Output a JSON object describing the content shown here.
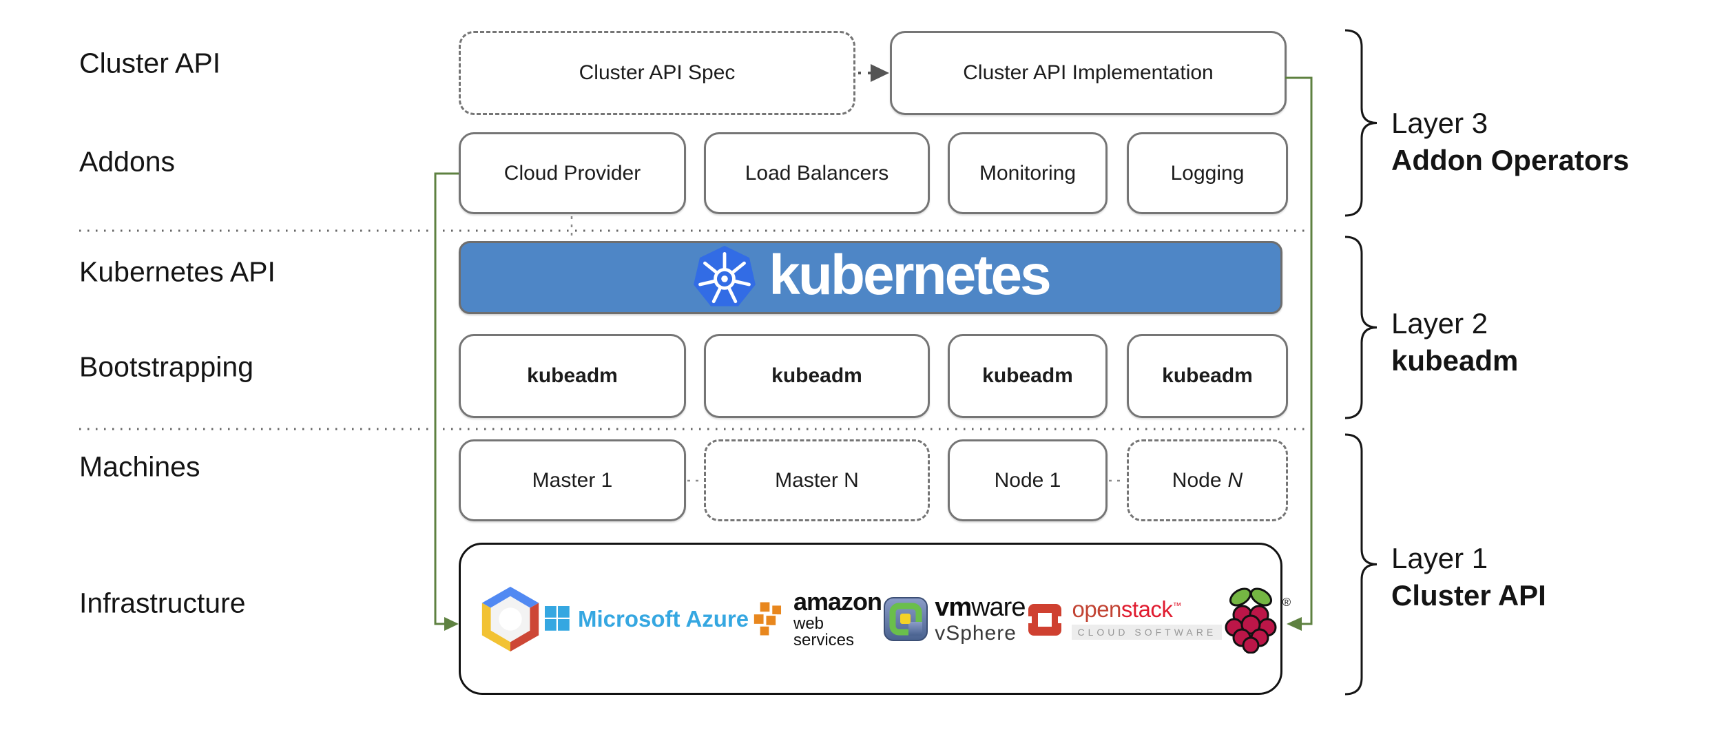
{
  "colors": {
    "accent_green": "#5e8140",
    "banner_blue": "#4e86c6",
    "k8s_logo_blue": "#326ce5",
    "border_gray": "#757575",
    "azure_blue": "#35a7e1",
    "aws_orange": "#e8871e",
    "gcp_blue": "#5189f2",
    "gcp_red": "#cd4736",
    "gcp_yellow": "#f2c233",
    "vmware_green": "#6abf4b",
    "vmware_yellow": "#f5d227",
    "openstack_dark": "#c24434",
    "openstack_bright": "#e01b2f",
    "openstack_icon_red": "#cf4030",
    "raspberry_red": "#bc1648",
    "leaf_green": "#75b743"
  },
  "row_labels": {
    "cluster_api": "Cluster API",
    "addons": "Addons",
    "kubernetes_api": "Kubernetes API",
    "bootstrapping": "Bootstrapping",
    "machines": "Machines",
    "infrastructure": "Infrastructure"
  },
  "cluster_api_row": {
    "spec": "Cluster API Spec",
    "implementation": "Cluster API Implementation"
  },
  "addons": {
    "items": [
      "Cloud Provider",
      "Load Balancers",
      "Monitoring",
      "Logging"
    ]
  },
  "banner": {
    "wordmark": "kubernetes"
  },
  "bootstrapping": {
    "items": [
      "kubeadm",
      "kubeadm",
      "kubeadm",
      "kubeadm"
    ]
  },
  "machines": {
    "items": [
      {
        "label": "Master 1"
      },
      {
        "label": "Master N"
      },
      {
        "label": "Node 1"
      },
      {
        "label": "Node",
        "italic_suffix": "N"
      }
    ]
  },
  "infrastructure_logos": {
    "gcp_icon": "google-cloud-platform-logo",
    "azure_text": "Microsoft Azure",
    "aws_line1": "amazon",
    "aws_line2": "web services",
    "vmware_bold": "vm",
    "vmware_rest": "ware",
    "vmware_line2": "vSphere",
    "openstack_open": "open",
    "openstack_stack": "stack",
    "openstack_tm": "™",
    "openstack_sub": "CLOUD SOFTWARE",
    "raspberry_icon": "raspberry-pi-logo",
    "raspberry_mark": "®"
  },
  "layers": {
    "layer3": {
      "line1": "Layer 3",
      "line2": "Addon Operators"
    },
    "layer2": {
      "line1": "Layer 2",
      "line2": "kubeadm"
    },
    "layer1": {
      "line1": "Layer 1",
      "line2": "Cluster API"
    }
  }
}
